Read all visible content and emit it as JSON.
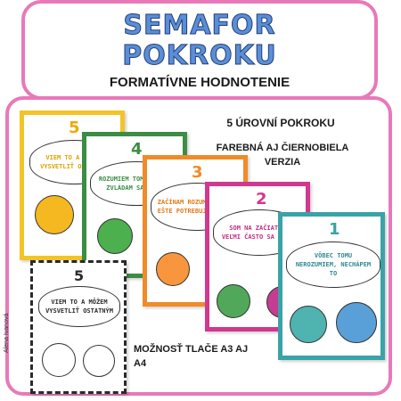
{
  "header": {
    "title_line1": "SEMAFOR",
    "title_line2": "POKROKU",
    "subtitle": "FORMATÍVNE HODNOTENIE"
  },
  "info": {
    "levels": "5 ÚROVNÍ  POKROKU",
    "versions_line1": "FAREBNÁ AJ ČIERNOBIELA",
    "versions_line2": "VERZIA",
    "print_line1": "MOŽNOSŤ TLAČE A3 AJ",
    "print_line2": "A4"
  },
  "cards": [
    {
      "number": "5",
      "text": "VIEM TO A MÔŽEM VYSVETLIŤ OSTATNÝM",
      "border": "#f2c428",
      "face": "#f5b820"
    },
    {
      "number": "4",
      "text": "ROZUMIEM TOMU, UŽ TO ZVLÁDAM SAMA/SÁM",
      "border": "#3c8c44",
      "face": "#4db04e"
    },
    {
      "number": "3",
      "text": "ZAČÍNAM ROZUMIEŤ, ALE EŠTE POTREBUJEM POMOC",
      "border": "#f08b2a",
      "face": "#f7963c"
    },
    {
      "number": "2",
      "text": "SOM NA ZAČIATKU, VEĽMI ČASTO SA MÝLIM",
      "border": "#d1388f",
      "face": "#52a85a"
    },
    {
      "number": "1",
      "text": "VÔBEC TOMU NEROZUMIEM, NECHÁPEM TO",
      "border": "#3aa3a8",
      "face": "#5aa0d8"
    },
    {
      "number": "5",
      "text": "VIEM TO A MÔŽEM VYSVETLIŤ OSTATNÝM",
      "border": "#2a2a2a",
      "face": "#ffffff"
    }
  ],
  "signature": "Alena Ivanová",
  "colors": {
    "frame_pink": "#e879b9",
    "title_blue": "#5b8ed6"
  }
}
